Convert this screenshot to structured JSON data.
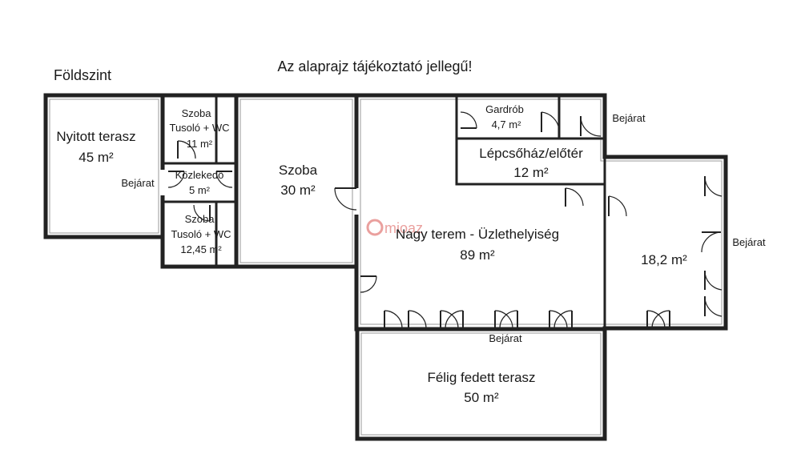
{
  "header": {
    "floor_label": "Földszint",
    "disclaimer": "Az alaprajz tájékoztató jellegű!"
  },
  "rooms": {
    "open_terrace": {
      "name": "Nyitott terasz",
      "area": "45 m²"
    },
    "bath1": {
      "name": "Szoba",
      "sub": "Tusoló + WC",
      "area": "11 m²"
    },
    "corridor": {
      "name": "Közlekedő",
      "area": "5 m²"
    },
    "bath2": {
      "name": "Szoba",
      "sub": "Tusoló + WC",
      "area": "12,45 m²"
    },
    "room30": {
      "name": "Szoba",
      "area": "30 m²"
    },
    "wardrobe": {
      "name": "Gardrób",
      "area": "4,7 m²"
    },
    "stair": {
      "name": "Lépcsőház/előtér",
      "area": "12 m²"
    },
    "hall": {
      "name": "Nagy terem - Üzlethelyiség",
      "area": "89 m²"
    },
    "room18": {
      "area": "18,2 m²"
    },
    "covered_terrace": {
      "name": "Félig fedett terasz",
      "area": "50 m²"
    }
  },
  "entrances": {
    "left": "Bejárat",
    "top_right": "Bejárat",
    "right": "Bejárat",
    "bottom": "Bejárat"
  },
  "watermark": {
    "text": "mioaz",
    "color": "#d9534f"
  },
  "colors": {
    "walls": "#222222",
    "background": "#ffffff"
  }
}
